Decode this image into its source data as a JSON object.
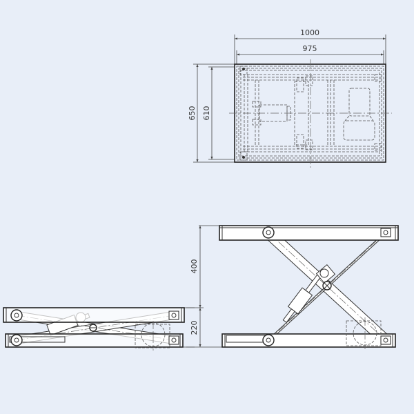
{
  "drawing": {
    "title": "Scissor lift table technical drawing",
    "background_color": "#e8eef8",
    "line_color": "#333333",
    "top_view": {
      "dimensions": {
        "overall_length": "1000",
        "inner_length": "975",
        "overall_width": "650",
        "inner_width": "610"
      }
    },
    "side_view_raised": {
      "dimensions": {
        "lift_stroke": "400",
        "closed_height": "220"
      }
    },
    "side_view_lowered": {
      "dimensions": {
        "closed_height": "220"
      }
    }
  }
}
